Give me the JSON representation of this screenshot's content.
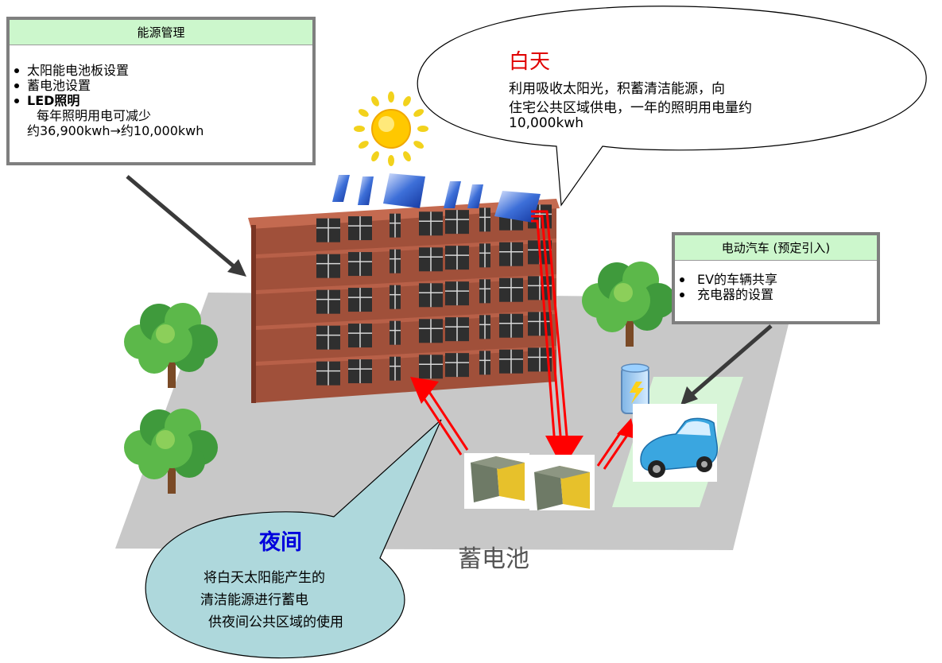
{
  "energy_panel": {
    "title": "能源管理",
    "items": [
      "太阳能电池板设置",
      "蓄电池设置",
      "LED照明"
    ],
    "note_line1": "每年照明用电可减少",
    "note_line2": "约36,900kwh→约10,000kwh"
  },
  "day_bubble": {
    "title": "白天",
    "line1": "利用吸收太阳光，积蓄清洁能源，向",
    "line2": "住宅公共区域供电，一年的照明用电量约",
    "line3": "10,000kwh"
  },
  "ev_panel": {
    "title": "电动汽车 (预定引入)",
    "items": [
      "EV的车辆共享",
      "充电器的设置"
    ]
  },
  "night_bubble": {
    "title": "夜间",
    "line1": "将白天太阳能产生的",
    "line2": "清洁能源进行蓄电",
    "line3": "供夜间公共区域的使用"
  },
  "battery_label": "蓄电池",
  "colors": {
    "ground": "#c8c8c8",
    "brick": "#9b4a35",
    "day_title": "#e00000",
    "night_title": "#0000dd",
    "night_bubble": "#aed8dc",
    "arrow": "#ff0000",
    "panel_header": "#ccf7cc",
    "parking": "#d8f5d8"
  }
}
